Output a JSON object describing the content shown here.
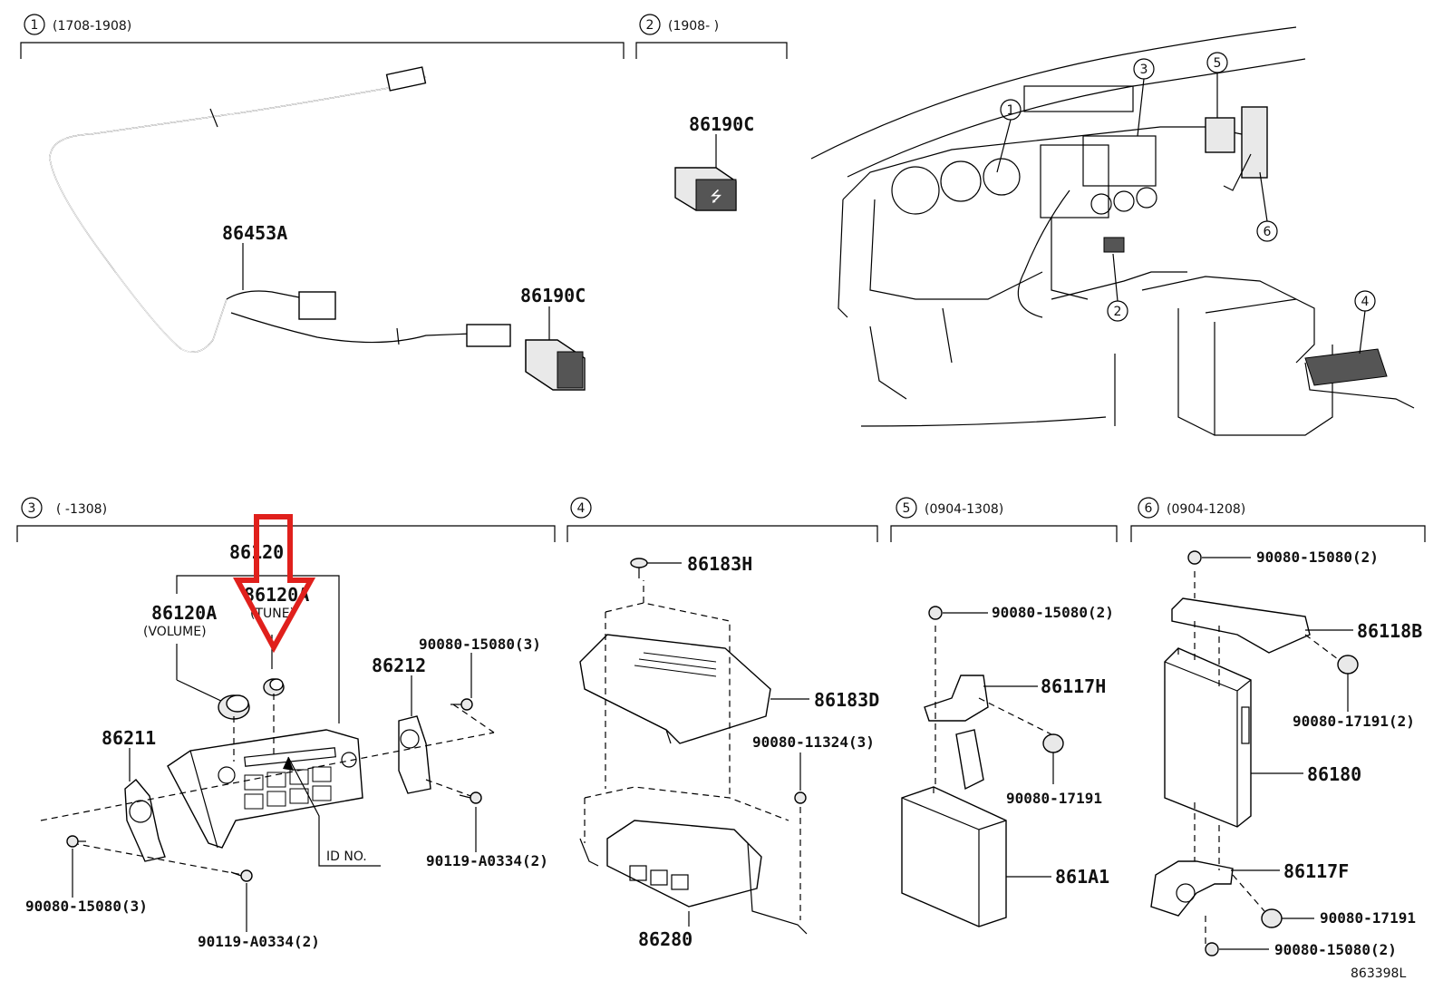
{
  "sections": [
    {
      "num": "1",
      "range": "(1708-1908)"
    },
    {
      "num": "2",
      "range": "(1908-      )"
    },
    {
      "num": "3",
      "range": "(       -1308)"
    },
    {
      "num": "4",
      "range": ""
    },
    {
      "num": "5",
      "range": "(0904-1308)"
    },
    {
      "num": "6",
      "range": "(0904-1208)"
    }
  ],
  "overview_callouts": [
    "1",
    "2",
    "3",
    "4",
    "5",
    "6"
  ],
  "parts": {
    "p86453A": "86453A",
    "p86190C_1": "86190C",
    "p86190C_2": "86190C",
    "p86120": "86120",
    "p86120A": "86120A",
    "p86120A_note": "(VOLUME)",
    "p86120B": "86120A",
    "p86120B_note": "(TUNE)",
    "p86212": "86212",
    "p86211": "86211",
    "p90080_15080_3a": "90080-15080(3)",
    "p90080_15080_3b": "90080-15080(3)",
    "p90119_A0334_2a": "90119-A0334(2)",
    "p90119_A0334_2b": "90119-A0334(2)",
    "id_no": "ID NO.",
    "p86183H": "86183H",
    "p86183D": "86183D",
    "p90080_11324_3": "90080-11324(3)",
    "p86280": "86280",
    "p90080_15080_2a": "90080-15080(2)",
    "p86117H": "86117H",
    "p90080_17191a": "90080-17191",
    "p861A1": "861A1",
    "p90080_15080_2b": "90080-15080(2)",
    "p86118B": "86118B",
    "p90080_17191_2": "90080-17191(2)",
    "p86180": "86180",
    "p86117F": "86117F",
    "p90080_17191b": "90080-17191",
    "p90080_15080_2c": "90080-15080(2)"
  },
  "diagram_code": "863398L",
  "highlight_color": "#e0201c"
}
